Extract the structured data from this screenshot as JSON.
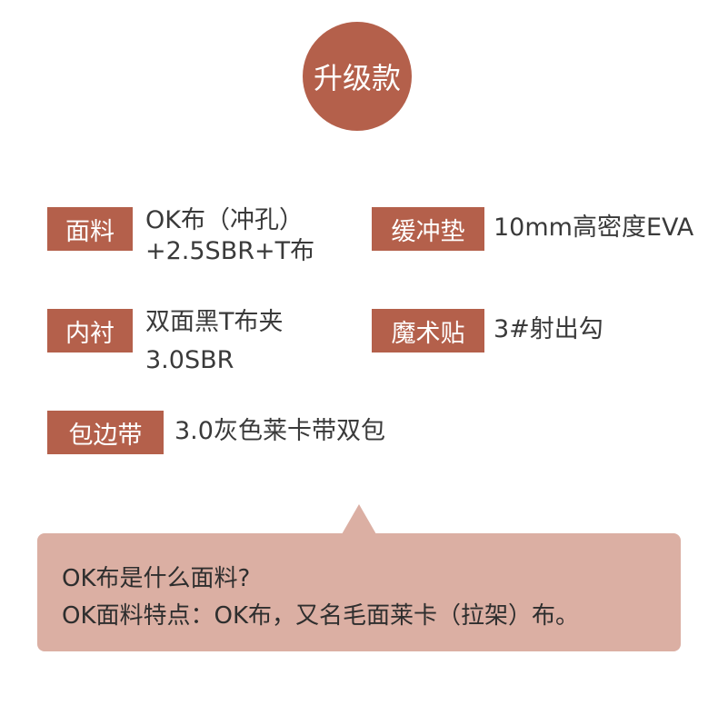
{
  "header": {
    "badge": "升级款"
  },
  "specs": [
    {
      "label": "面料",
      "lines": [
        "OK布（冲孔）",
        "+2.5SBR+T布"
      ]
    },
    {
      "label": "缓冲垫",
      "lines": [
        "10mm高密度EVA"
      ]
    },
    {
      "label": "内衬",
      "lines": [
        "双面黑T布夹",
        "3.0SBR"
      ]
    },
    {
      "label": "魔术贴",
      "lines": [
        "3#射出勾"
      ]
    },
    {
      "label": "包边带",
      "lines": [
        "3.0灰色莱卡带双包"
      ]
    }
  ],
  "info": {
    "question": "OK布是什么面料?",
    "answer": "OK面料特点：OK布，又名毛面莱卡（拉架）布。"
  }
}
